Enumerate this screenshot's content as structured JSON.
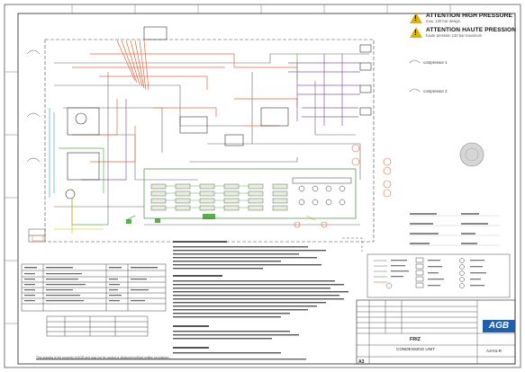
{
  "warnings": [
    {
      "title": "ATTENTION HIGH PRESSURE",
      "subtitle": "max. 120 bar design"
    },
    {
      "title": "ATTENTION HAUTE PRESSION",
      "subtitle": "haute pression 120 bar maximum"
    }
  ],
  "compressors": [
    "compressor 1",
    "compressor 2"
  ],
  "title_block": {
    "company_logo": "AGB",
    "title_line1": "FRIZ",
    "title_line2": "CONDENSING UNIT",
    "drawing_no": "A3-01-R",
    "format": "A3"
  },
  "footer_note": "This drawing is the property of AGB and may not be copied or disclosed without written permission."
}
